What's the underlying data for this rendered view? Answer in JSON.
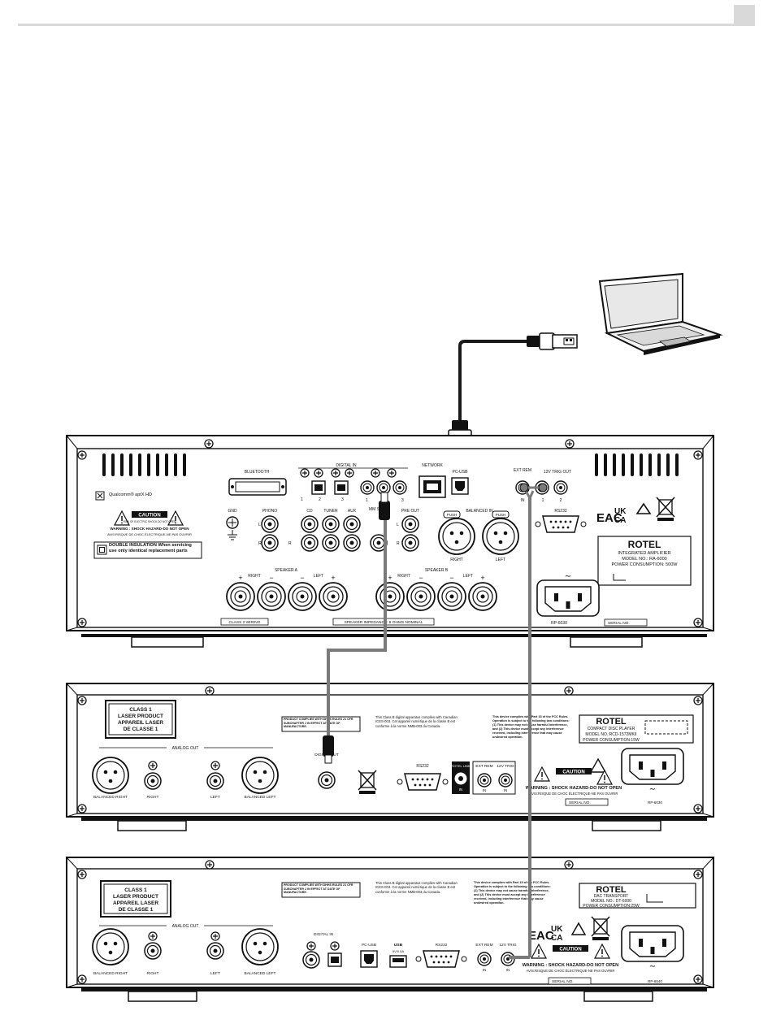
{
  "amplifier": {
    "sections": {
      "bluetooth": "BLUETOOTH",
      "digital_in": "DIGITAL IN",
      "network": "NETWORK",
      "pc_usb": "PC-USB",
      "ext_rem": "EXT REM",
      "trig_out": "12V TRIG OUT",
      "gnd": "GND",
      "phono": "PHONO",
      "cd": "CD",
      "tuner": "TUNER",
      "aux": "AUX",
      "mm_sub": "MM SUB",
      "pre_out": "PRE OUT",
      "balanced_in": "BALANCED IN",
      "push": "PUSH",
      "rs232": "RS232",
      "speaker_a": "SPEAKER A",
      "speaker_b": "SPEAKER B",
      "right": "RIGHT",
      "left": "LEFT",
      "class2": "CLASS 2 WIRING",
      "impedance": "SPEAKER IMPEDANCE: 8 OHMS NOMINAL",
      "in": "IN",
      "l": "L",
      "r": "R",
      "n1": "1",
      "n2": "2",
      "n3": "3"
    },
    "qualcomm": "Qualcomm® aptX HD",
    "caution": "CAUTION",
    "caution_sub": "RISK OF ELECTRIC SHOCK DO NOT OPEN",
    "warning": "WARNING : SHOCK HAZARD-DO NOT OPEN",
    "warning_fr": "AVIS:RISQUE DE CHOC ÉLECTRIQUE-NE PAS OUVRIR",
    "double_insulation": "DOUBLE INSULATION When servicing use only identical replacement parts",
    "brand": "ROTEL",
    "product": "INTEGRATED AMPLIFIER",
    "model": "MODEL NO.: RA-6000",
    "power": "POWER CONSUMPTION: 500W",
    "serial": "SERIAL NO.",
    "rp": "RP-6030"
  },
  "cd_player": {
    "laser": [
      "CLASS 1",
      "LASER PRODUCT",
      "APPAREIL LASER",
      "DE CLASSE 1"
    ],
    "fda": "PRODUCT COMPLIES WITH DHHS RULES 21 CFR SUBCHAPTER J IN EFFECT AT DATE OF MANUFACTURE.",
    "class_b": "This Class B digital apparatus complies with Canadian ICES-003. Cet appareil numérique de la classe B est conforme à la norme NMB-003 du Canada.",
    "fcc": "This device complies with Part 15 of the FCC Rules. Operation is subject to the following two conditions: (1) This device may not cause harmful interference, and (2) This device must accept any interference received, including interference that may cause undesired operation.",
    "analog_out": "ANALOG OUT",
    "balanced_right": "BALANCED RIGHT",
    "right": "RIGHT",
    "left": "LEFT",
    "balanced_left": "BALANCED LEFT",
    "digital_out": "DIGITAL OUT",
    "rs232": "RS232",
    "rotel_link": "ROTEL LINK",
    "ext_rem": "EXT REM",
    "trig": "12V TRIG",
    "in": "IN",
    "brand": "ROTEL",
    "product": "COMPACT DISC PLAYER",
    "model": "MODEL NO.:RCD-1572MKII",
    "power": "POWER CONSUMPTION:15W",
    "caution": "CAUTION",
    "warning": "WARNING : SHOCK HAZARD-DO NOT OPEN",
    "warning_fr": "AVIS:RISQUE DE CHOC ÉLECTRIQUE-NE PAS OUVRIR",
    "serial": "SERIAL NO.",
    "rp": "RP-6030"
  },
  "transport": {
    "laser": [
      "CLASS 1",
      "LASER PRODUCT",
      "APPAREIL LASER",
      "DE CLASSE 1"
    ],
    "fda": "PRODUCT COMPLIES WITH DHHS RULES 21 CFR SUBCHAPTER J IN EFFECT AT DATE OF MANUFACTURE.",
    "class_b": "This Class B digital apparatus complies with Canadian ICES-003. Cet appareil numérique de la classe B est conforme à la norme NMB-003 du Canada.",
    "fcc": "This device complies with Part 15 of the FCC Rules. Operation is subject to the following two conditions: (1) This device may not cause harmful interference, and (2) This device must accept any interference received, including interference that may cause undesired operation.",
    "analog_out": "ANALOG OUT",
    "balanced_right": "BALANCED RIGHT",
    "right": "RIGHT",
    "left": "LEFT",
    "balanced_left": "BALANCED LEFT",
    "digital_in": "DIGITAL IN",
    "pc_usb": "PC-USB",
    "usb": "USB",
    "usb_rating": "5V/0.5A",
    "rs232": "RS232",
    "ext_rem": "EXT REM",
    "trig": "12V TRIG",
    "in": "IN",
    "brand": "ROTEL",
    "product": "DAC TRANSPORT",
    "model": "MODEL NO.: DT-6000",
    "power": "POWER CONSUMPTION:25W",
    "caution": "CAUTION",
    "warning": "WARNING : SHOCK HAZARD-DO NOT OPEN",
    "warning_fr": "AVIS:RISQUE DE CHOC ÉLECTRIQUE-NE PAS OUVRIR",
    "serial": "SERIAL NO.",
    "rp": "RP-6040"
  },
  "marks": {
    "eac": "EAC",
    "ukca_top": "UK",
    "ukca_bottom": "CA"
  },
  "icons": [
    "laptop-icon",
    "usb-plug-icon",
    "xlr-connector-icon",
    "rca-jack-icon",
    "iec-inlet-icon",
    "weee-icon",
    "warning-triangle-icon",
    "ground-icon"
  ],
  "colors": {
    "cable_usb": "#1a1a1a",
    "cable_gray": "#7a7a7a",
    "header_bar": "#d9d9d9"
  }
}
